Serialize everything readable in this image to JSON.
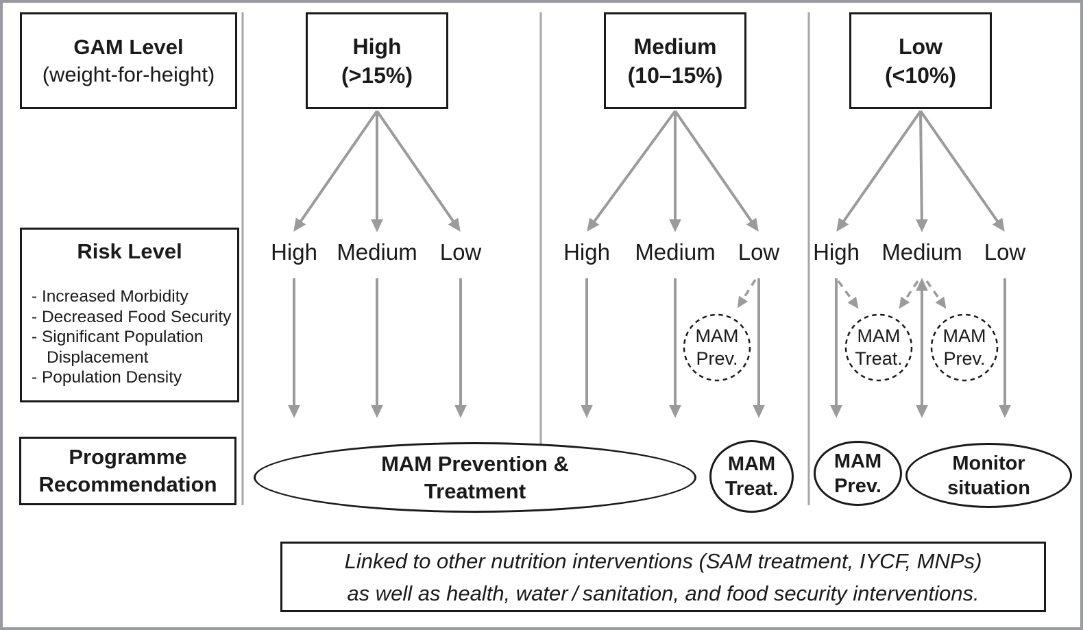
{
  "left_panel": {
    "gam_box": {
      "title": "GAM Level",
      "subtitle": "(weight-for-height)"
    },
    "risk_box": {
      "title": "Risk Level",
      "lines": [
        "- Increased Morbidity",
        "- Decreased Food Security",
        "- Significant Population",
        "Displacement",
        "- Population Density"
      ]
    },
    "programme_box": {
      "line1": "Programme",
      "line2": "Recommendation"
    }
  },
  "columns": [
    {
      "title": "High",
      "subtitle": "(>15%)",
      "risk_labels": [
        "High",
        "Medium",
        "Low"
      ]
    },
    {
      "title": "Medium",
      "subtitle": "(10–15%)",
      "risk_labels": [
        "High",
        "Medium",
        "Low"
      ]
    },
    {
      "title": "Low",
      "subtitle": "(<10%)",
      "risk_labels": [
        "High",
        "Medium",
        "Low"
      ]
    }
  ],
  "dotted_circles": {
    "medium_col_prev": {
      "line1": "MAM",
      "line2": "Prev."
    },
    "low_col_treat": {
      "line1": "MAM",
      "line2": "Treat."
    },
    "low_col_prev": {
      "line1": "MAM",
      "line2": "Prev."
    }
  },
  "recommendations": {
    "prev_and_treat": {
      "line1": "MAM Prevention &",
      "line2": "Treatment"
    },
    "treat": {
      "line1": "MAM",
      "line2": "Treat."
    },
    "prev": {
      "line1": "MAM",
      "line2": "Prev."
    },
    "monitor": {
      "line1": "Monitor",
      "line2": "situation"
    }
  },
  "footnote": {
    "line1": "Linked to other nutrition interventions (SAM treatment, IYCF, MNPs)",
    "line2": "as well as health, water / sanitation, and food security interventions."
  },
  "colors": {
    "arrow_gray": "#9b9b9b",
    "divider_gray": "#a7a7ab",
    "outline_black": "#1a1a1a",
    "background": "#ffffff"
  }
}
